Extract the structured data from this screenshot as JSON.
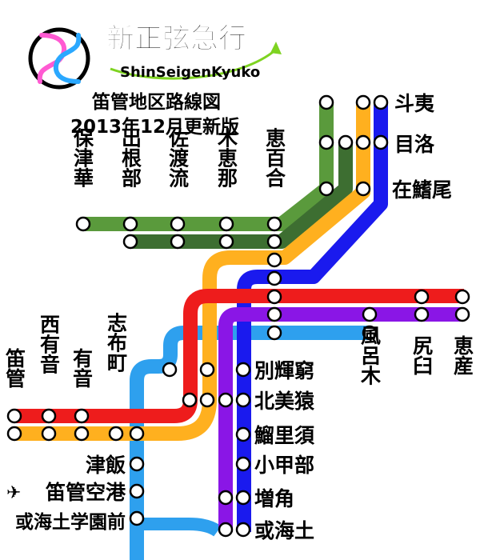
{
  "header": {
    "brand_name": "新正弦急行",
    "brand_romaji": "ShinSeigenKyuko",
    "map_title": "笛管地区路線図",
    "map_date": "2013年12月更新版"
  },
  "colors": {
    "line_green": "#5a9a3c",
    "line_darkgreen": "#3d6e31",
    "line_orange": "#ffb01f",
    "line_blue": "#1a1aee",
    "line_red": "#ee1c1c",
    "line_purple": "#8a16e6",
    "line_skyblue": "#2ea0ee",
    "logo_pink": "#ff5ad2",
    "logo_cyan": "#2aa8ff",
    "romaji_green": "#7ed321"
  },
  "stations": {
    "hotsu_ka": "保津華",
    "ine_be": "出根部",
    "sado_ru": "佐渡流",
    "kie_na": "木恵那",
    "e_moai": "恵百合",
    "to_i": "斗夷",
    "me_raku": "目洛",
    "zai_sho_bi": "在鰭尾",
    "fue_kan": "笛管",
    "nishi_aru": "西有音",
    "ari_ne": "有音",
    "shifu_machi": "志布町",
    "betsu_ki_kyu": "別輝窮",
    "hoku_bi_en": "北美猿",
    "kan_ri_su": "鰡里須",
    "ko_ko_be": "小甲部",
    "mashi_kado": "増角",
    "aru_umi_tsuchi": "或海土",
    "fu_ro_ki": "風呂木",
    "shiri_kyu": "尻臼",
    "e_san": "恵産",
    "tsu_han": "津飯",
    "fuekan_airport": "笛管空港",
    "gakuen_mae": "或海土学園前"
  }
}
